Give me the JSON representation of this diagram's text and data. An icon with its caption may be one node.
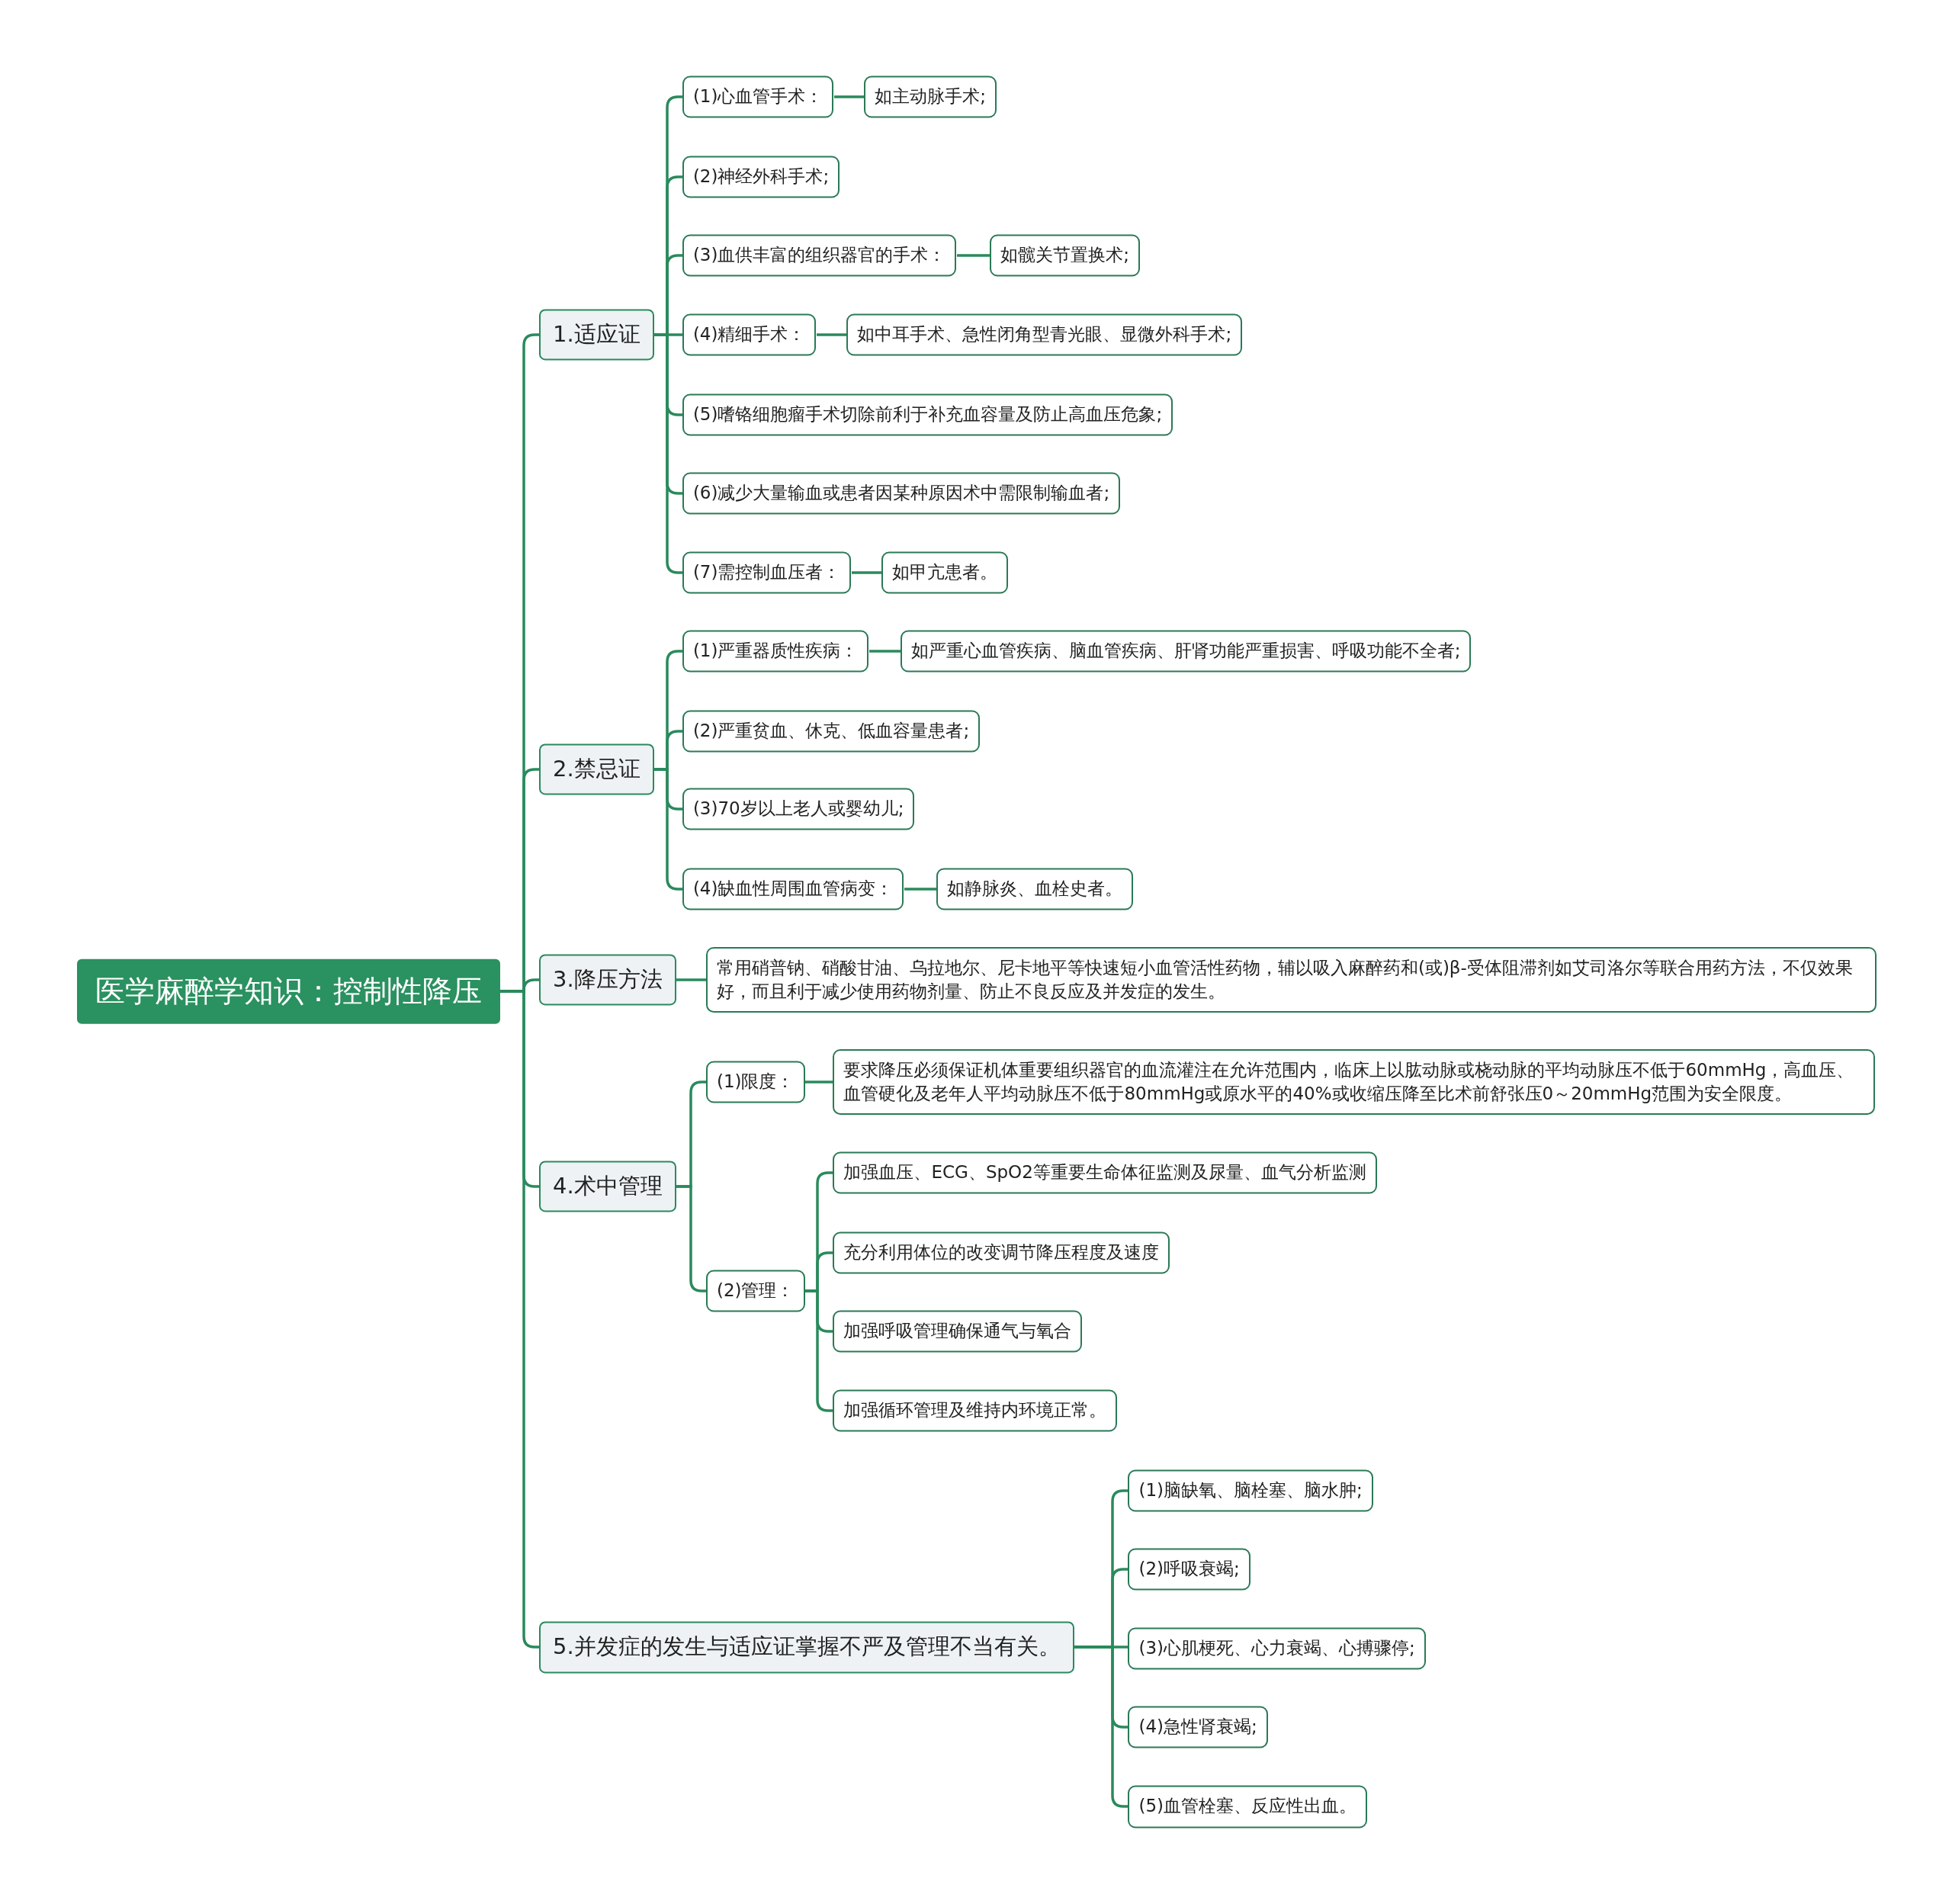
{
  "diagram": {
    "nodes": [
      {
        "text": [
          "医学麻醉学知识：控制性降压"
        ]
      },
      {
        "text": [
          "1.适应证"
        ]
      },
      {
        "text": [
          "(1)心血管手术："
        ]
      },
      {
        "text": [
          "如主动脉手术;"
        ]
      },
      {
        "text": [
          "(2)神经外科手术;"
        ]
      },
      {
        "text": [
          "(3)血供丰富的组织器官的手术："
        ]
      },
      {
        "text": [
          "如髋关节置换术;"
        ]
      },
      {
        "text": [
          "(4)精细手术："
        ]
      },
      {
        "text": [
          "如中耳手术、急性闭角型青光眼、显微外科手术;"
        ]
      },
      {
        "text": [
          "(5)嗜铬细胞瘤手术切除前利于补充血容量及防止高血压危象;"
        ]
      },
      {
        "text": [
          "(6)减少大量输血或患者因某种原因术中需限制输血者;"
        ]
      },
      {
        "text": [
          "(7)需控制血压者："
        ]
      },
      {
        "text": [
          "如甲亢患者。"
        ]
      },
      {
        "text": [
          "2.禁忌证"
        ]
      },
      {
        "text": [
          "(1)严重器质性疾病："
        ]
      },
      {
        "text": [
          "如严重心血管疾病、脑血管疾病、肝肾功能严重损害、呼吸功能不全者;"
        ]
      },
      {
        "text": [
          "(2)严重贫血、休克、低血容量患者;"
        ]
      },
      {
        "text": [
          "(3)70岁以上老人或婴幼儿;"
        ]
      },
      {
        "text": [
          "(4)缺血性周围血管病变："
        ]
      },
      {
        "text": [
          "如静脉炎、血栓史者。"
        ]
      },
      {
        "text": [
          "3.降压方法"
        ]
      },
      {
        "text": [
          "常用硝普钠、硝酸甘油、乌拉地尔、尼卡地平等快速短小血管活性药物，辅以吸入麻醉药和(或)β-受体阻滞剂如艾司洛尔等联合用药方法，不仅效果好，而且利于减少使用药物剂量、防止不良反应及并发症的发生。"
        ]
      },
      {
        "text": [
          "4.术中管理"
        ]
      },
      {
        "text": [
          "(1)限度："
        ]
      },
      {
        "text": [
          "要求降压必须保证机体重要组织器官的血流灌注在允许范围内，临床上以肱动脉或桡动脉的平均动脉压不低于60mmHg，高血压、血管硬化及老年人平均动脉压不低于80mmHg或原水平的40%或收缩压降至比术前舒张压0～20mmHg范围为安全限度。"
        ]
      },
      {
        "text": [
          "(2)管理："
        ]
      },
      {
        "text": [
          "加强血压、ECG、SpO2等重要生命体征监测及尿量、血气分析监测"
        ]
      },
      {
        "text": [
          "充分利用体位的改变调节降压程度及速度"
        ]
      },
      {
        "text": [
          "加强呼吸管理确保通气与氧合"
        ]
      },
      {
        "text": [
          "加强循环管理及维持内环境正常。"
        ]
      },
      {
        "text": [
          "5.并发症的发生与适应证掌握不严及管理不当有关。"
        ]
      },
      {
        "text": [
          "(1)脑缺氧、脑栓塞、脑水肿;"
        ]
      },
      {
        "text": [
          "(2)呼吸衰竭;"
        ]
      },
      {
        "text": [
          "(3)心肌梗死、心力衰竭、心搏骤停;"
        ]
      },
      {
        "text": [
          "(4)急性肾衰竭;"
        ]
      },
      {
        "text": [
          "(5)血管栓塞、反应性出血。"
        ]
      }
    ],
    "edges": [
      {
        "from": 0,
        "to": 1,
        "arrow": "none"
      },
      {
        "from": 0,
        "to": 13,
        "arrow": "none"
      },
      {
        "from": 0,
        "to": 20,
        "arrow": "none"
      },
      {
        "from": 0,
        "to": 22,
        "arrow": "none"
      },
      {
        "from": 0,
        "to": 30,
        "arrow": "none"
      },
      {
        "from": 1,
        "to": 2,
        "arrow": "none"
      },
      {
        "from": 2,
        "to": 3,
        "arrow": "none"
      },
      {
        "from": 1,
        "to": 4,
        "arrow": "none"
      },
      {
        "from": 1,
        "to": 5,
        "arrow": "none"
      },
      {
        "from": 5,
        "to": 6,
        "arrow": "none"
      },
      {
        "from": 1,
        "to": 7,
        "arrow": "none"
      },
      {
        "from": 7,
        "to": 8,
        "arrow": "none"
      },
      {
        "from": 1,
        "to": 9,
        "arrow": "none"
      },
      {
        "from": 1,
        "to": 10,
        "arrow": "none"
      },
      {
        "from": 1,
        "to": 11,
        "arrow": "none"
      },
      {
        "from": 11,
        "to": 12,
        "arrow": "none"
      },
      {
        "from": 13,
        "to": 14,
        "arrow": "none"
      },
      {
        "from": 14,
        "to": 15,
        "arrow": "none"
      },
      {
        "from": 13,
        "to": 16,
        "arrow": "none"
      },
      {
        "from": 13,
        "to": 17,
        "arrow": "none"
      },
      {
        "from": 13,
        "to": 18,
        "arrow": "none"
      },
      {
        "from": 18,
        "to": 19,
        "arrow": "none"
      },
      {
        "from": 20,
        "to": 21,
        "arrow": "none"
      },
      {
        "from": 22,
        "to": 23,
        "arrow": "none"
      },
      {
        "from": 23,
        "to": 24,
        "arrow": "none"
      },
      {
        "from": 22,
        "to": 25,
        "arrow": "none"
      },
      {
        "from": 25,
        "to": 26,
        "arrow": "none"
      },
      {
        "from": 25,
        "to": 27,
        "arrow": "none"
      },
      {
        "from": 25,
        "to": 28,
        "arrow": "none"
      },
      {
        "from": 25,
        "to": 29,
        "arrow": "none"
      },
      {
        "from": 30,
        "to": 31,
        "arrow": "none"
      },
      {
        "from": 30,
        "to": 32,
        "arrow": "none"
      },
      {
        "from": 30,
        "to": 33,
        "arrow": "none"
      },
      {
        "from": 30,
        "to": 34,
        "arrow": "none"
      },
      {
        "from": 30,
        "to": 35,
        "arrow": "none"
      }
    ]
  }
}
